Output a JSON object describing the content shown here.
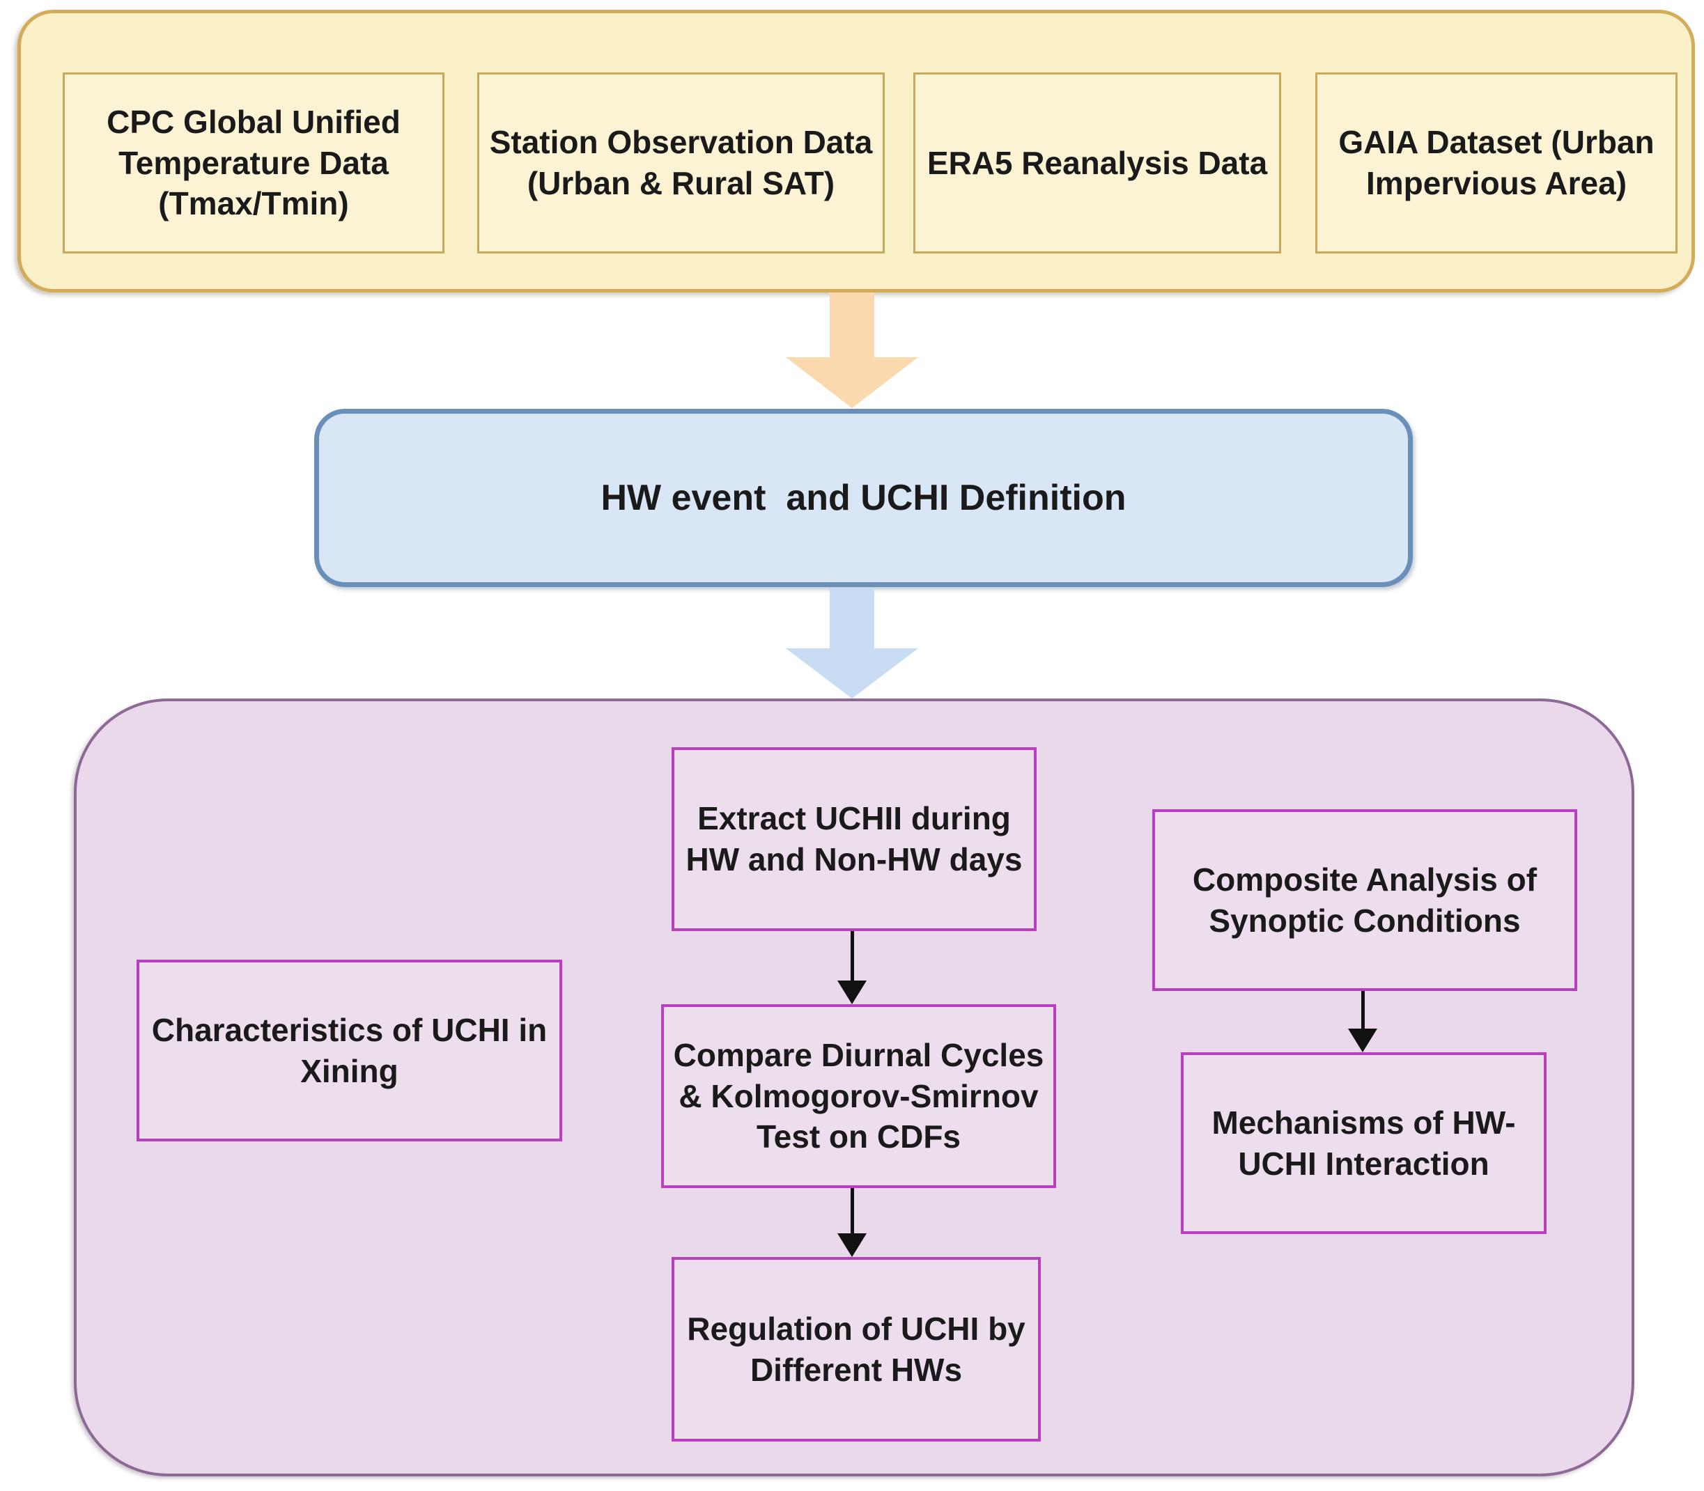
{
  "colors": {
    "data_panel_fill": "#FAF0C8",
    "data_panel_border": "#D2AC58",
    "data_box_fill": "#FBF3D3",
    "data_box_border": "#C9A85C",
    "orange_arrow": "#FBD9AF",
    "definition_fill": "#D9E6F6",
    "definition_border": "#6A8FB8",
    "blue_arrow": "#C8DCF4",
    "analysis_panel_fill": "#E9D9EB",
    "analysis_panel_border": "#8D6A96",
    "analysis_box_fill": "#EDDEEE",
    "analysis_box_border": "#B83FC0",
    "connector_arrow": "#111111",
    "text": "#1A1A1A"
  },
  "data_sources": {
    "boxes": [
      {
        "label": "CPC Global Unified Temperature Data (Tmax/Tmin)"
      },
      {
        "label": "Station Observation Data (Urban & Rural SAT)"
      },
      {
        "label": "ERA5 Reanalysis Data"
      },
      {
        "label": "GAIA Dataset (Urban Impervious Area)"
      }
    ]
  },
  "definition": {
    "label": "HW event  and UCHI Definition"
  },
  "analysis": {
    "left_box": {
      "label": "Characteristics of UCHI in Xining"
    },
    "middle_flow": [
      {
        "label": "Extract UCHII during HW and Non-HW days"
      },
      {
        "label": "Compare Diurnal Cycles & Kolmogorov-Smirnov Test on CDFs"
      },
      {
        "label": "Regulation of UCHI by Different HWs"
      }
    ],
    "right_flow": [
      {
        "label": "Composite Analysis of Synoptic Conditions"
      },
      {
        "label": "Mechanisms of HW-UCHI Interaction"
      }
    ]
  }
}
